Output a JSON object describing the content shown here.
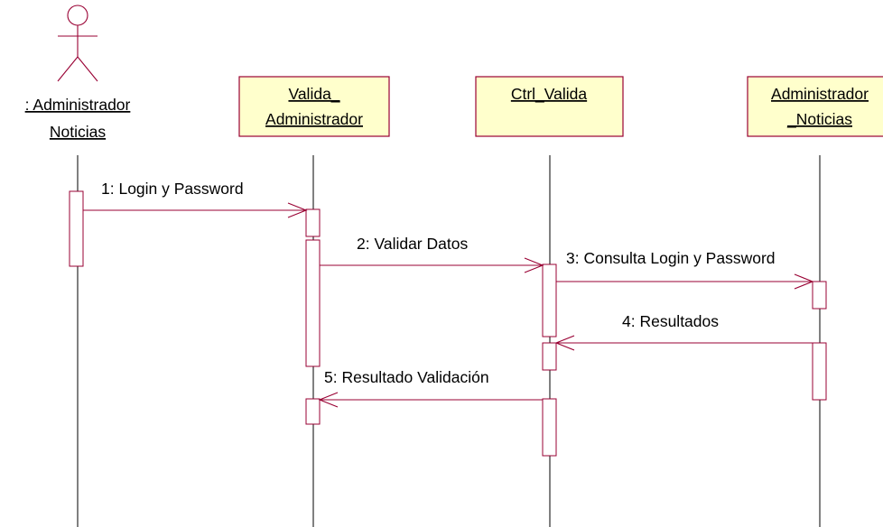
{
  "diagram": {
    "type": "uml-sequence",
    "participants": [
      {
        "id": "actor",
        "kind": "actor",
        "lines": [
          ": Administrador ",
          "Noticias"
        ]
      },
      {
        "id": "valida-admin",
        "kind": "object",
        "lines": [
          "Valida_",
          "Administrador"
        ]
      },
      {
        "id": "ctrl-valida",
        "kind": "object",
        "lines": [
          "Ctrl_Valida"
        ]
      },
      {
        "id": "admin-noticias",
        "kind": "object",
        "lines": [
          "Administrador",
          "_Noticias"
        ]
      }
    ],
    "messages": [
      {
        "from": "actor",
        "to": "valida-admin",
        "label": "1:  Login y Password"
      },
      {
        "from": "valida-admin",
        "to": "ctrl-valida",
        "label": "2:  Validar Datos"
      },
      {
        "from": "ctrl-valida",
        "to": "admin-noticias",
        "label": "3:  Consulta Login y Password"
      },
      {
        "from": "admin-noticias",
        "to": "ctrl-valida",
        "label": "4:  Resultados"
      },
      {
        "from": "ctrl-valida",
        "to": "valida-admin",
        "label": "5:  Resultado Validación"
      }
    ]
  }
}
